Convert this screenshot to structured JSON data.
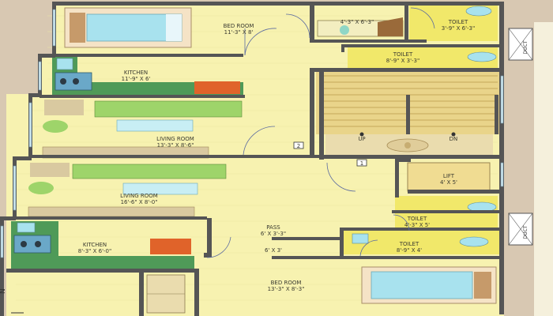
{
  "rooms": {
    "bedroom_top": {
      "name": "BED ROOM",
      "size": "11'-3\" X 8'"
    },
    "dress_top": {
      "size": "4'-3\" X 6'-3\""
    },
    "toilet_top": {
      "name": "TOILET",
      "size": "3'-9\" X 6'-3\""
    },
    "toilet_mid": {
      "name": "TOILET",
      "size": "8'-9\" X 3'-3\""
    },
    "kitchen_top": {
      "name": "KITCHEN",
      "size": "11'-9\" X 6'"
    },
    "living_top": {
      "name": "LIVING ROOM",
      "size": "13'-3\" X 8'-6\""
    },
    "living_bottom": {
      "name": "LIVING ROOM",
      "size": "16'-6\" X 8'-0\""
    },
    "lift": {
      "name": "LIFT",
      "size": "4' X 5'"
    },
    "toilet_low": {
      "name": "TOILET",
      "size": "4'-3\" X 5'"
    },
    "toilet_bottom": {
      "name": "TOILET",
      "size": "8'-9\" X 4'"
    },
    "kitchen_bottom": {
      "name": "KITCHEN",
      "size": "8'-3\" X 6'-0\""
    },
    "pass": {
      "name": "PASS",
      "size": "6' X 3'-3\""
    },
    "pass_small": {
      "size": "6' X 3'"
    },
    "bedroom_bottom": {
      "name": "BED ROOM",
      "size": "13'-3\" X 8'-3\""
    }
  },
  "stair": {
    "up": "UP",
    "down": "DN",
    "mark1": "2",
    "mark2": "1"
  },
  "ducts": [
    "DUCT",
    "DUCT"
  ],
  "north": "N",
  "colors": {
    "floor": "#f7f2b0",
    "wall": "#555555",
    "toilet": "#f1e86a",
    "kitchen_counter": "#4f9a58",
    "stair": "#e9d48a",
    "lift": "#f0dc92",
    "sofa": "#9ed46a",
    "bed": "#a8e2ee",
    "carpet": "#d9c9a0",
    "outside": "#d8c8b2"
  }
}
